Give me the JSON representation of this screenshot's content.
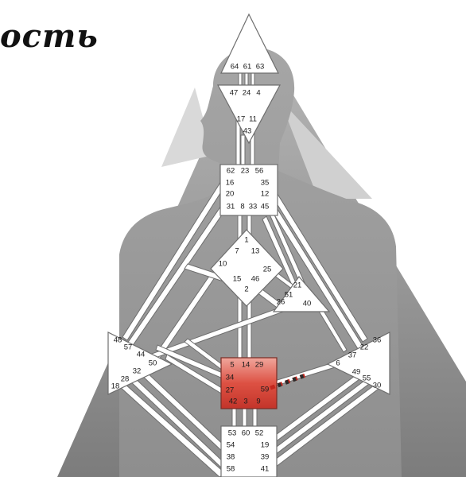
{
  "caption": "ость",
  "colors": {
    "background": "#ffffff",
    "triangle_dark": "#8a8a8a",
    "triangle_light": "#d4d4d4",
    "silhouette": "#9c9c9c",
    "channel_fill": "#ffffff",
    "channel_stroke": "#6e6e6e",
    "defined_center": "#d94a3c",
    "activation_dashes": "#c2261d"
  },
  "centers": {
    "head": {
      "gates": [
        "64",
        "61",
        "63"
      ]
    },
    "ajna": {
      "gates": [
        "47",
        "24",
        "4",
        "17",
        "11",
        "43"
      ]
    },
    "throat": {
      "gates": [
        "62",
        "23",
        "56",
        "16",
        "35",
        "20",
        "12",
        "31",
        "8",
        "33",
        "45"
      ]
    },
    "g": {
      "gates": [
        "1",
        "7",
        "13",
        "10",
        "25",
        "15",
        "46",
        "2"
      ]
    },
    "heart": {
      "gates": [
        "21",
        "51",
        "26",
        "40"
      ]
    },
    "spleen": {
      "gates": [
        "48",
        "57",
        "44",
        "50",
        "32",
        "28",
        "18"
      ]
    },
    "sacral": {
      "gates": [
        "5",
        "14",
        "29",
        "34",
        "27",
        "59",
        "42",
        "3",
        "9"
      ],
      "defined": true
    },
    "solar_plexus": {
      "gates": [
        "36",
        "22",
        "37",
        "6",
        "49",
        "55",
        "30"
      ]
    },
    "root": {
      "gates": [
        "53",
        "60",
        "52",
        "54",
        "19",
        "38",
        "39",
        "58",
        "41"
      ]
    }
  },
  "activations": [
    "59"
  ]
}
